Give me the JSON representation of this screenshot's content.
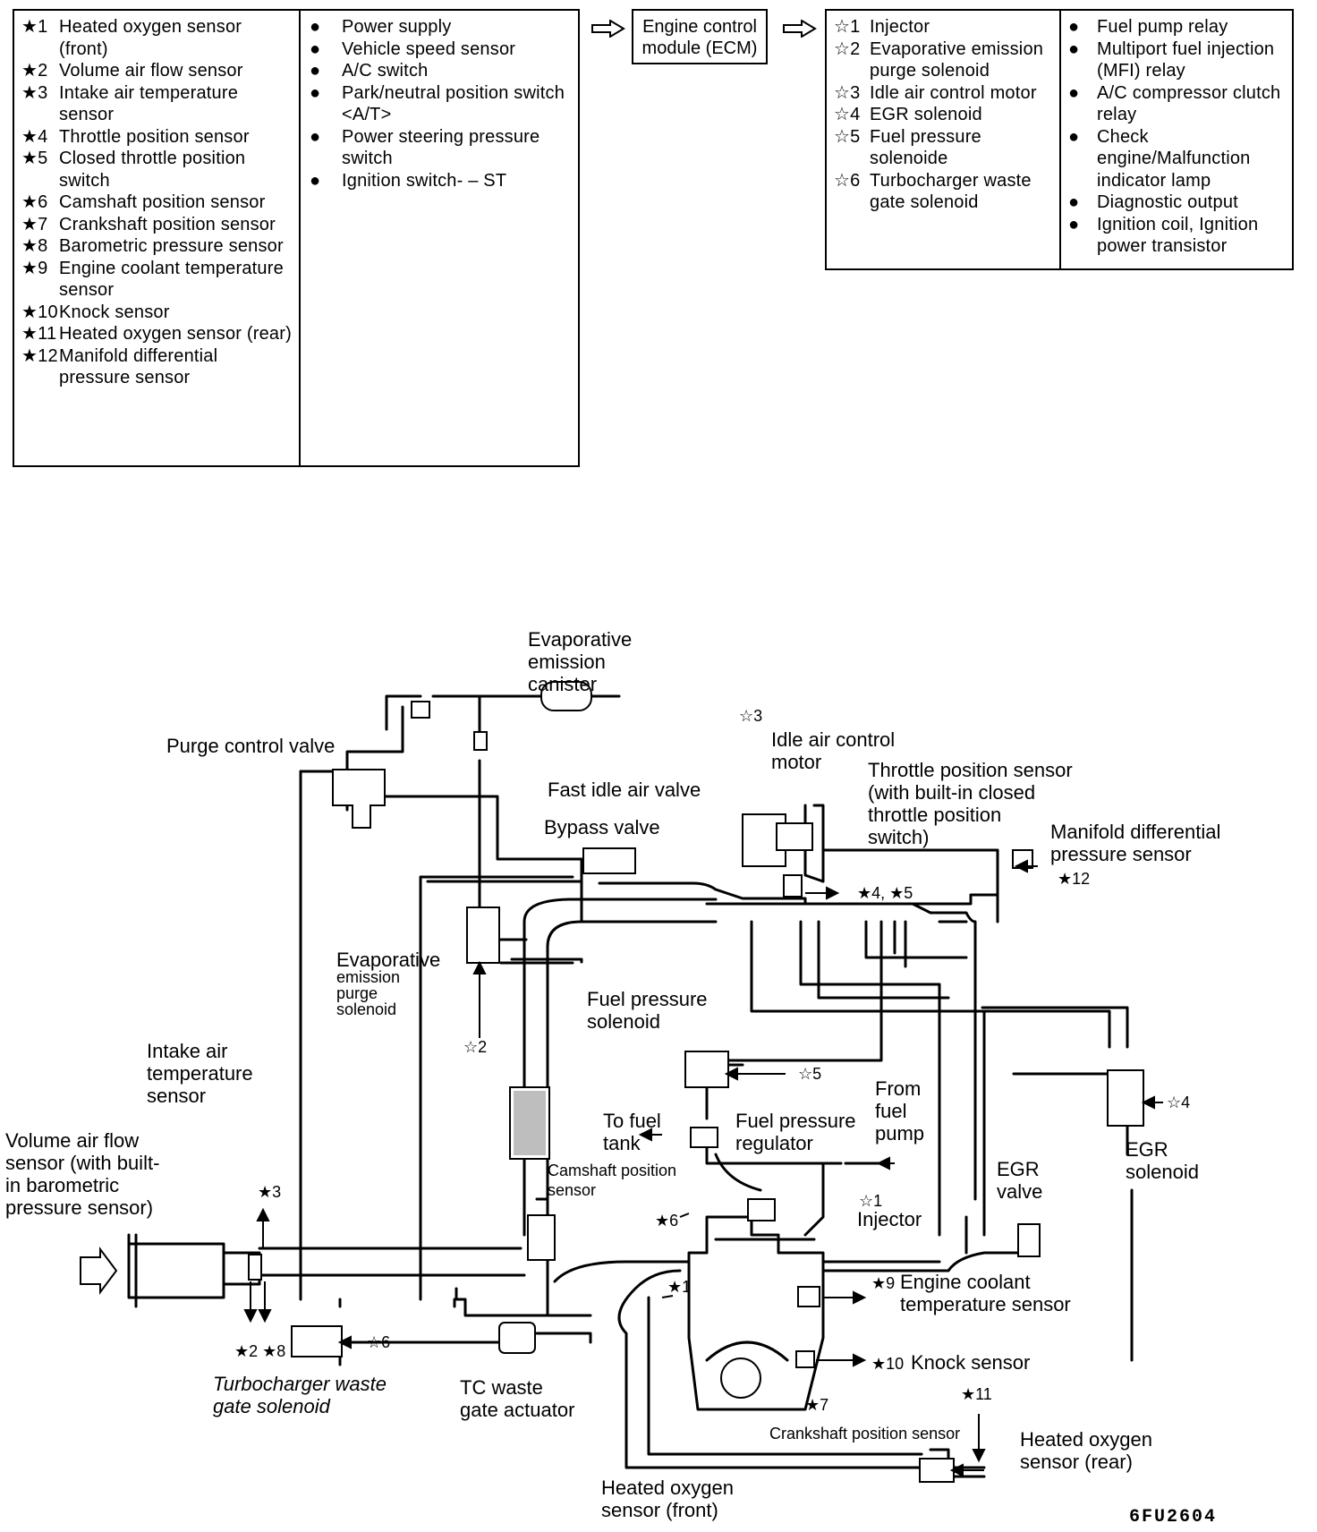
{
  "table_inputs_sensors": [
    {
      "mark": "★1",
      "text": "Heated oxygen sensor (front)"
    },
    {
      "mark": "★2",
      "text": "Volume air flow sensor"
    },
    {
      "mark": "★3",
      "text": "Intake air temperature sensor"
    },
    {
      "mark": "★4",
      "text": "Throttle position sensor"
    },
    {
      "mark": "★5",
      "text": "Closed throttle position switch"
    },
    {
      "mark": "★6",
      "text": "Camshaft position sensor"
    },
    {
      "mark": "★7",
      "text": "Crankshaft position sensor"
    },
    {
      "mark": "★8",
      "text": "Barometric pressure sensor"
    },
    {
      "mark": "★9",
      "text": "Engine coolant temperature sensor"
    },
    {
      "mark": "★10",
      "text": "Knock sensor"
    },
    {
      "mark": "★11",
      "text": "Heated oxygen sensor (rear)"
    },
    {
      "mark": "★12",
      "text": "Manifold differential pressure sensor"
    }
  ],
  "table_inputs_other": [
    {
      "mark": "●",
      "text": "Power supply"
    },
    {
      "mark": "●",
      "text": "Vehicle speed sensor"
    },
    {
      "mark": "●",
      "text": "A/C switch"
    },
    {
      "mark": "●",
      "text": "Park/neutral position switch <A/T>"
    },
    {
      "mark": "●",
      "text": "Power steering pressure switch"
    },
    {
      "mark": "●",
      "text": "Ignition switch- – ST"
    }
  ],
  "ecm_label": "Engine control module (ECM)",
  "table_outputs_actuators": [
    {
      "mark": "☆1",
      "text": "Injector"
    },
    {
      "mark": "☆2",
      "text": "Evaporative emission purge solenoid"
    },
    {
      "mark": "☆3",
      "text": "Idle air control motor"
    },
    {
      "mark": "☆4",
      "text": "EGR solenoid"
    },
    {
      "mark": "☆5",
      "text": "Fuel pressure solenoide"
    },
    {
      "mark": "☆6",
      "text": "Turbocharger waste gate solenoid"
    }
  ],
  "table_outputs_other": [
    {
      "mark": "●",
      "text": "Fuel pump relay"
    },
    {
      "mark": "●",
      "text": "Multiport fuel injection (MFI) relay"
    },
    {
      "mark": "●",
      "text": "A/C compressor clutch relay"
    },
    {
      "mark": "●",
      "text": "Check engine/Malfunction indicator lamp"
    },
    {
      "mark": "●",
      "text": "Diagnostic output"
    },
    {
      "mark": "●",
      "text": "Ignition coil, Ignition power transistor"
    }
  ],
  "labels": {
    "evap_canister": [
      "Evaporative",
      "emission",
      "canister"
    ],
    "purge_control_valve": "Purge control valve",
    "fast_idle_air_valve": "Fast idle air valve",
    "bypass_valve": "Bypass valve",
    "idle_air_control_motor": [
      "Idle air control",
      "motor"
    ],
    "throttle_position_sensor": [
      "Throttle position sensor",
      "(with built-in closed",
      "throttle position",
      "switch)"
    ],
    "manifold_diff_pressure_sensor": [
      "Manifold differential",
      "pressure sensor"
    ],
    "evap_purge_solenoid": [
      "Evaporative",
      "emission",
      "purge",
      "solenoid"
    ],
    "fuel_pressure_solenoid": [
      "Fuel pressure",
      "solenoid"
    ],
    "intake_air_temp_sensor": [
      "Intake air",
      "temperature",
      "sensor"
    ],
    "volume_air_flow_sensor": [
      "Volume air flow",
      "sensor (with built-",
      "in barometric",
      "pressure sensor)"
    ],
    "to_fuel_tank": [
      "To fuel",
      "tank"
    ],
    "fuel_pressure_regulator": [
      "Fuel pressure",
      "regulator"
    ],
    "from_fuel_pump": [
      "From",
      "fuel",
      "pump"
    ],
    "egr_solenoid": [
      "EGR",
      "solenoid"
    ],
    "egr_valve": [
      "EGR",
      "valve"
    ],
    "camshaft_position_sensor": [
      "Camshaft position",
      "sensor"
    ],
    "injector": "Injector",
    "engine_coolant_temp_sensor": [
      "Engine coolant",
      "temperature sensor"
    ],
    "knock_sensor": "Knock sensor",
    "turbo_waste_gate_solenoid": [
      "Turbocharger waste",
      "gate solenoid"
    ],
    "tc_waste_gate_actuator": [
      "TC waste",
      "gate actuator"
    ],
    "crankshaft_position_sensor": "Crankshaft position sensor",
    "heated_oxygen_sensor_rear": [
      "Heated oxygen",
      "sensor (rear)"
    ],
    "heated_oxygen_sensor_front": [
      "Heated oxygen",
      "sensor (front)"
    ],
    "figure_code": "6FU2604"
  },
  "markers": {
    "s1": "★1",
    "s2_s8": "★2 ★8",
    "s3": "★3",
    "s4_s5": "★4, ★5",
    "s6": "★6",
    "s7": "★7",
    "s9": "★9",
    "s10": "★10",
    "s11": "★11",
    "s12": "★12",
    "a1": "☆1",
    "a2": "☆2",
    "a3": "☆3",
    "a4": "☆4",
    "a5": "☆5",
    "a6": "☆6"
  }
}
